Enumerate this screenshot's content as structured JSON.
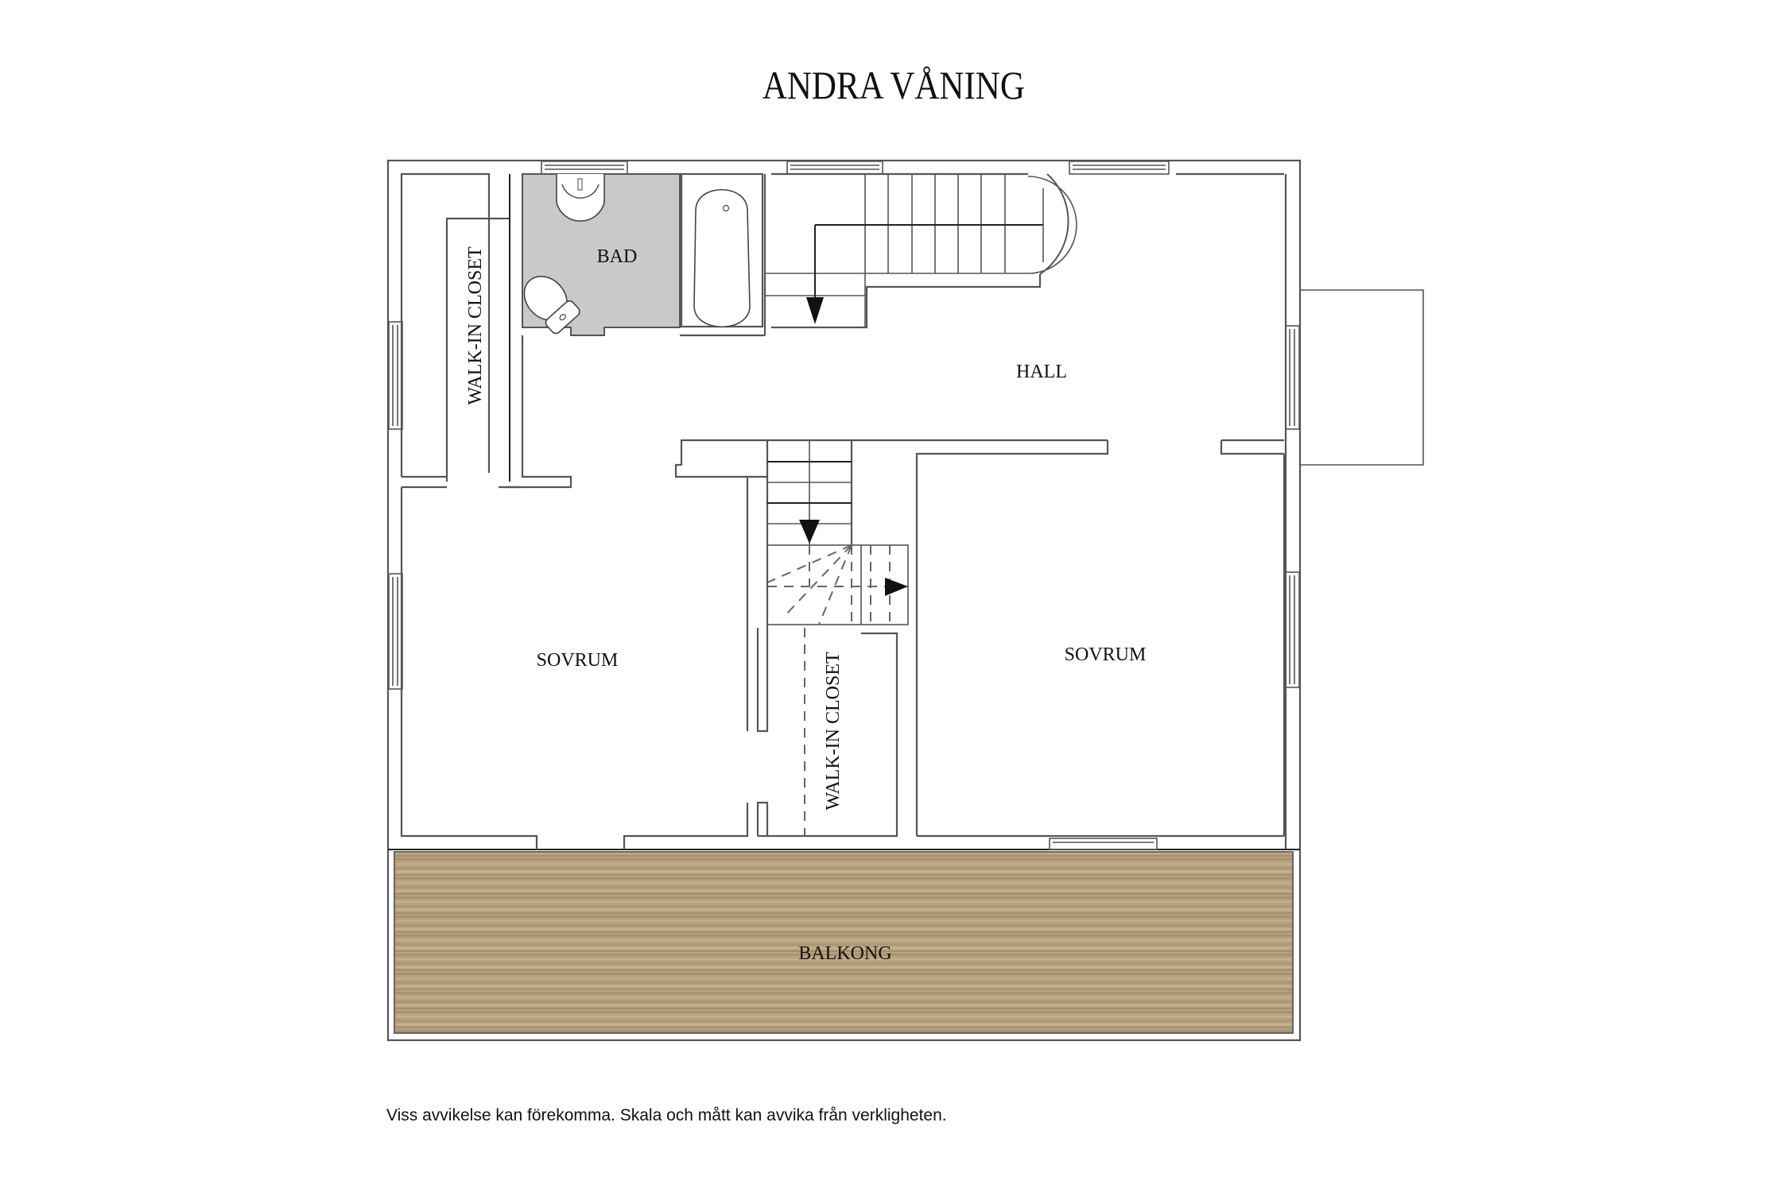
{
  "title": "ANDRA VÅNING",
  "rooms": {
    "bad": "BAD",
    "hall": "HALL",
    "walk_in_closet_left": "WALK-IN CLOSET",
    "walk_in_closet_center": "WALK-IN CLOSET",
    "sovrum_left": "SOVRUM",
    "sovrum_right": "SOVRUM",
    "balkong": "BALKONG"
  },
  "footer": "Viss avvikelse kan förekomma. Skala och mått kan avvika från verkligheten.",
  "colors": {
    "bathroom_floor": "#c9c9c9",
    "balcony_wood": "#b7a27f",
    "wall_line": "#555555"
  }
}
